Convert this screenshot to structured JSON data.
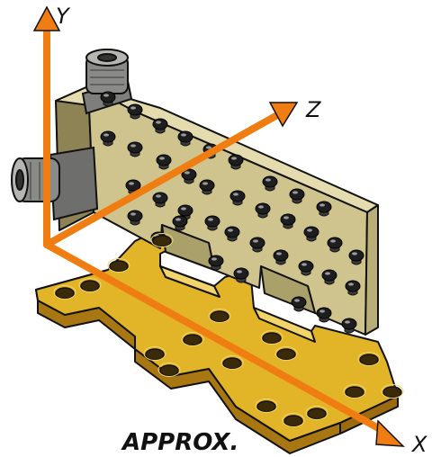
{
  "axes": {
    "y_label": "Y",
    "z_label": "Z",
    "x_label": "X"
  },
  "caption": "APPROX.",
  "colors": {
    "axis": "#F07D12",
    "plate": "#E2B428",
    "plate_shade": "#9C6B0E",
    "body": "#CFC48E",
    "body_dark": "#8E8355",
    "screw": "#1E1E1E",
    "connector": "#8A8A88"
  },
  "icons": [
    "connector-icon",
    "screw-icon",
    "mounting-hole-icon"
  ]
}
